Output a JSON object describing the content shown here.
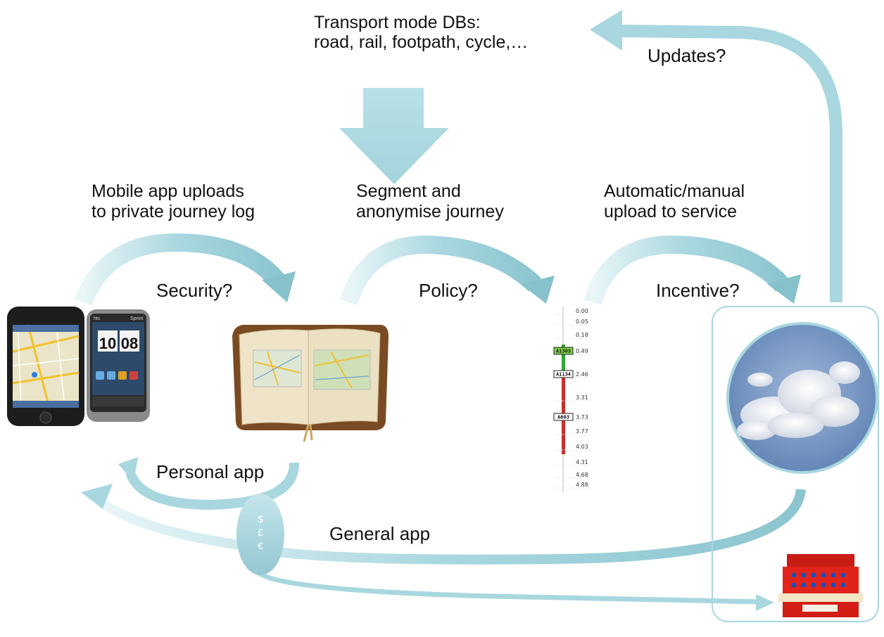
{
  "top": {
    "line1": "Transport mode DBs:",
    "line2": "road, rail, footpath, cycle,…",
    "updates": "Updates?"
  },
  "steps": {
    "mobile": {
      "line1": "Mobile app uploads",
      "line2": "to private journey log"
    },
    "segment": {
      "line1": "Segment and",
      "line2": "anonymise journey"
    },
    "upload": {
      "line1": "Automatic/manual",
      "line2": "upload to service"
    }
  },
  "arcs": {
    "security": "Security?",
    "policy": "Policy?",
    "incentive": "Incentive?"
  },
  "bottom": {
    "personal": "Personal app",
    "general": "General app"
  },
  "currency": [
    "$",
    "£",
    "€"
  ],
  "phones": {
    "htc_brand": "htc",
    "htc_carrier": "Sprint",
    "htc_hour": "10",
    "htc_minute": "08"
  },
  "log": {
    "values": [
      "0.00",
      "0.05",
      "0.18",
      "0.49",
      "2.46",
      "3.31",
      "3.73",
      "3.77",
      "4.03",
      "4.31",
      "4.68",
      "4.88"
    ],
    "roads": [
      "A1303",
      "A1134",
      "A603"
    ]
  },
  "colors": {
    "arrow_fill": "#a8d7df",
    "arrow_dark": "#7eb9c4",
    "book_cover": "#8a5a2b",
    "book_page": "#efe3c8",
    "log_green": "#33a533",
    "log_red": "#c9302c",
    "register_red": "#e0241b"
  }
}
